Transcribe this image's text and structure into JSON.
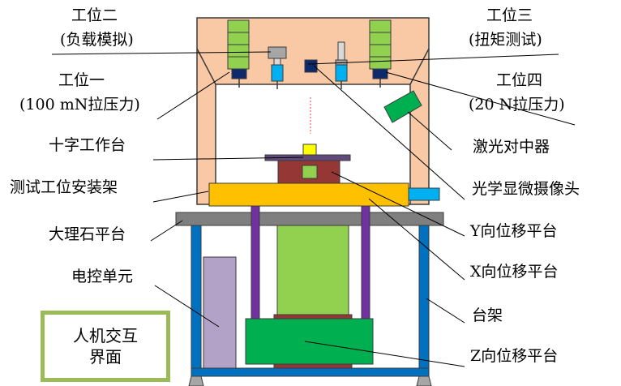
{
  "labels": {
    "station2": "工位二",
    "station2_sub": "(负载模拟)",
    "station1": "工位一",
    "station1_sub": "(100 mN拉压力)",
    "station3": "工位三",
    "station3_sub": "(扭矩测试)",
    "station4": "工位四",
    "station4_sub": "(20 N拉压力)",
    "cross_table": "十字工作台",
    "mount_frame": "测试工位安装架",
    "marble_platform": "大理石平台",
    "control_unit": "电控单元",
    "laser_centering": "激光对中器",
    "optical_camera": "光学显微摄像头",
    "y_stage": "Y向位移平台",
    "x_stage": "X向位移平台",
    "rack": "台架",
    "z_stage": "Z向位移平台",
    "hmi_line1": "人机交互",
    "hmi_line2": "界面"
  },
  "colors": {
    "frame_orange": "#f9c8a4",
    "sensor_green": "#92d050",
    "z_green": "#00b050",
    "yellow_stage": "#ffc000",
    "marble_gray": "#7f7f7f",
    "rack_blue": "#0070c0",
    "column_purple": "#7030a0",
    "control_purple": "#b3a2c7",
    "cross_table_purple": "#604a7b",
    "brown_block": "#953735",
    "camera_navy": "#0f2a6b",
    "cyan": "#00b0f0",
    "hmi_border": "#9bbb59"
  }
}
